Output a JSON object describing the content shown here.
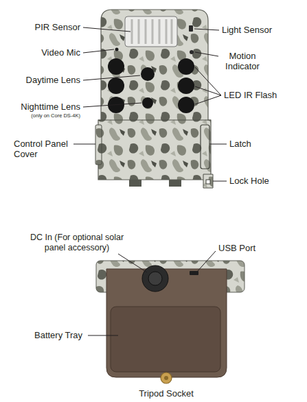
{
  "diagram": {
    "labels": [
      "PIR Sensor",
      "Video Mic",
      "Daytime Lens",
      "Nighttime Lens",
      "(only on Core DS-4K)",
      "Control Panel Cover",
      "Light Sensor",
      "Motion Indicator",
      "LED IR Flash",
      "Latch",
      "Lock Hole",
      "DC In (For optional solar panel accessory)",
      "USB Port",
      "Battery Tray",
      "Tripod Socket"
    ]
  }
}
